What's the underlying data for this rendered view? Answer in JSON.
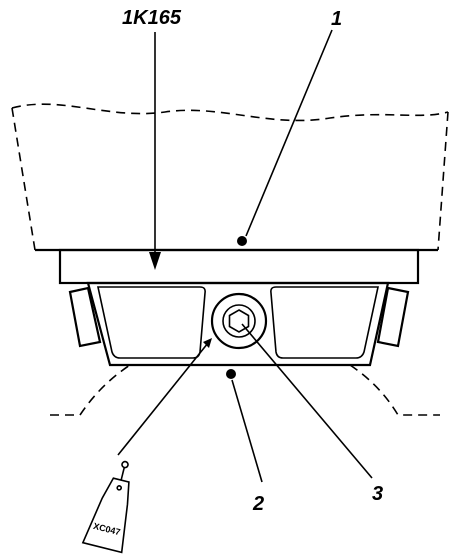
{
  "labels": {
    "part_number": "1K165",
    "callout_1": "1",
    "callout_2": "2",
    "callout_3": "3"
  },
  "tag": {
    "text": "XC047"
  },
  "colors": {
    "ink": "#000000",
    "background": "#ffffff"
  }
}
